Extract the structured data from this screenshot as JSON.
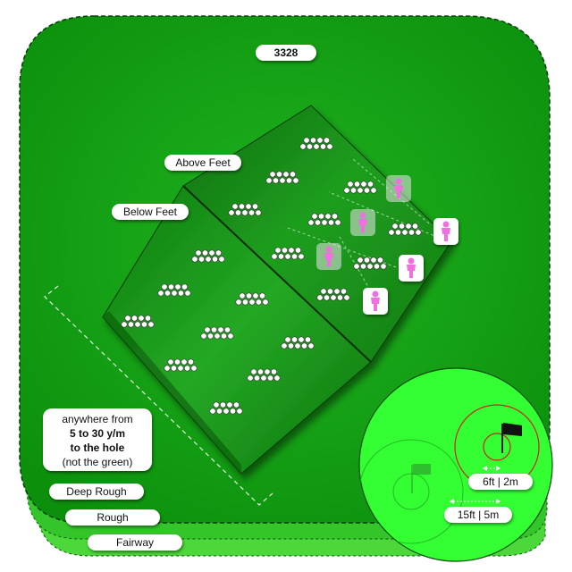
{
  "hole": {
    "yardage": "3328"
  },
  "labels": {
    "above_feet": "Above Feet",
    "below_feet": "Below Feet"
  },
  "note": {
    "line1": "anywhere from",
    "line2": "5 to 30 y/m",
    "line3": "to the hole",
    "line4": "(not the green)"
  },
  "zones": {
    "deep_rough": "Deep Rough",
    "rough": "Rough",
    "fairway": "Fairway"
  },
  "distances": {
    "inner": "6ft | 2m",
    "outer": "15ft | 5m"
  },
  "colors": {
    "fairway": "#2ecc18",
    "deep_rough": "#0f9a0f",
    "putting_green": "#33ff33",
    "player_icon": "#f070e0",
    "flag": "#111111",
    "target_ring": "#cc2222"
  },
  "icons": {
    "player": "person-icon",
    "flag": "flag-icon",
    "ball": "golf-ball-icon"
  }
}
